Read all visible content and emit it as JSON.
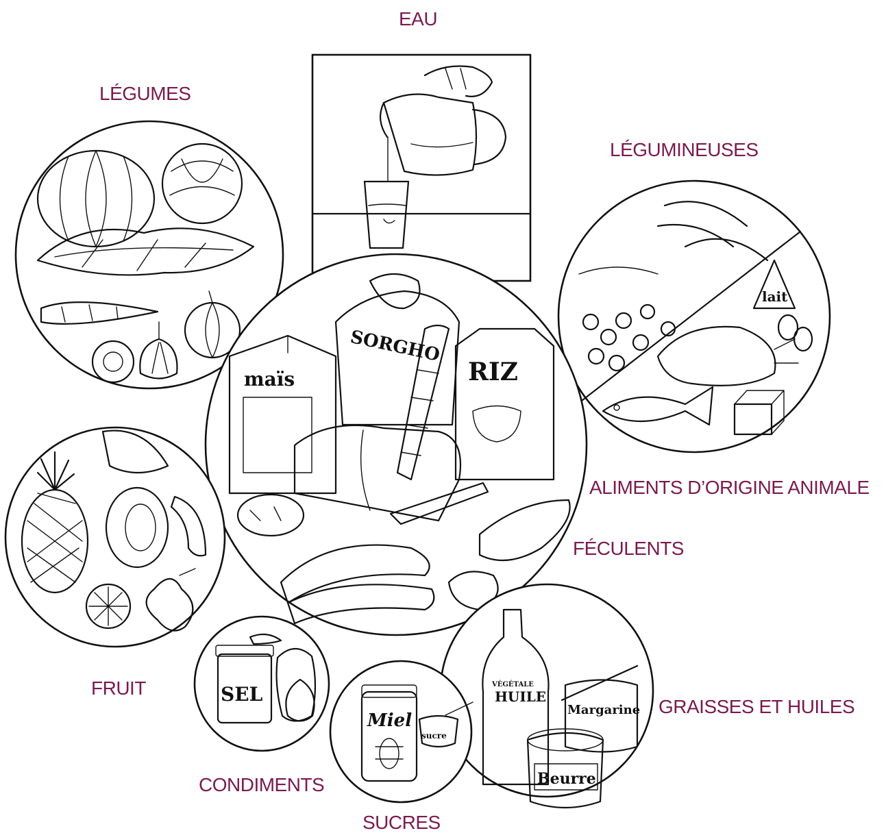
{
  "colors": {
    "label": "#7a1a4f",
    "ink": "#111111",
    "background": "#ffffff"
  },
  "labels": {
    "eau": "EAU",
    "legumes": "LÉGUMES",
    "legumineuses": "LÉGUMINEUSES",
    "aliments_animale": "ALIMENTS D’ORIGINE ANIMALE",
    "feculents": "FÉCULENTS",
    "fruit": "FRUIT",
    "condiments": "CONDIMENTS",
    "sucres": "SUCRES",
    "graisses": "GRAISSES ET HUILES"
  },
  "package_text": {
    "mais": "maïs",
    "sorgho": "SORGHO",
    "riz": "RIZ",
    "lait": "lait",
    "sel": "SEL",
    "miel": "Miel",
    "sucre": "sucre",
    "huile": "HUILE",
    "vegetale": "VÉGÉTALE",
    "margarine": "Margarine",
    "beurre": "Beurre"
  }
}
